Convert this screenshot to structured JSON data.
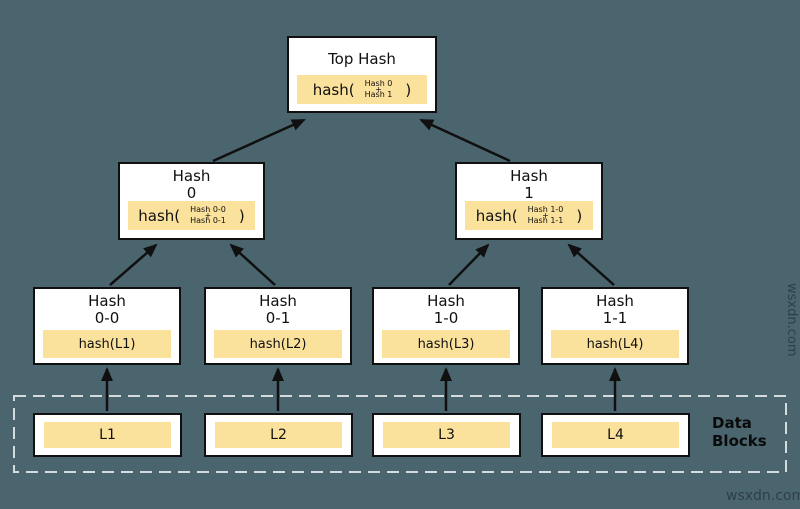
{
  "colors": {
    "background": "#4b656e",
    "node_fill": "#ffffff",
    "node_border": "#101010",
    "highlight_band": "#fbe29c",
    "dashed_border": "#d4dbde",
    "arrow": "#101010",
    "watermark_text": "#2e4047"
  },
  "tree": {
    "top": {
      "title": "Top Hash",
      "fn_open": "hash(",
      "arg_top": "Hash 0",
      "plus": "+",
      "arg_bottom": "Hash 1",
      "fn_close": ")"
    },
    "hash0": {
      "title_line1": "Hash",
      "title_line2": "0",
      "fn_open": "hash(",
      "arg_top": "Hash 0-0",
      "plus": "+",
      "arg_bottom": "Hash 0-1",
      "fn_close": ")"
    },
    "hash1": {
      "title_line1": "Hash",
      "title_line2": "1",
      "fn_open": "hash(",
      "arg_top": "Hash 1-0",
      "plus": "+",
      "arg_bottom": "Hash 1-1",
      "fn_close": ")"
    },
    "leaves": [
      {
        "title_line1": "Hash",
        "title_line2": "0-0",
        "formula": "hash(L1)"
      },
      {
        "title_line1": "Hash",
        "title_line2": "0-1",
        "formula": "hash(L2)"
      },
      {
        "title_line1": "Hash",
        "title_line2": "1-0",
        "formula": "hash(L3)"
      },
      {
        "title_line1": "Hash",
        "title_line2": "1-1",
        "formula": "hash(L4)"
      }
    ]
  },
  "blocks": [
    "L1",
    "L2",
    "L3",
    "L4"
  ],
  "data_blocks_label": {
    "line1": "Data",
    "line2": "Blocks"
  },
  "watermark": {
    "text": "wsxdn.com"
  }
}
